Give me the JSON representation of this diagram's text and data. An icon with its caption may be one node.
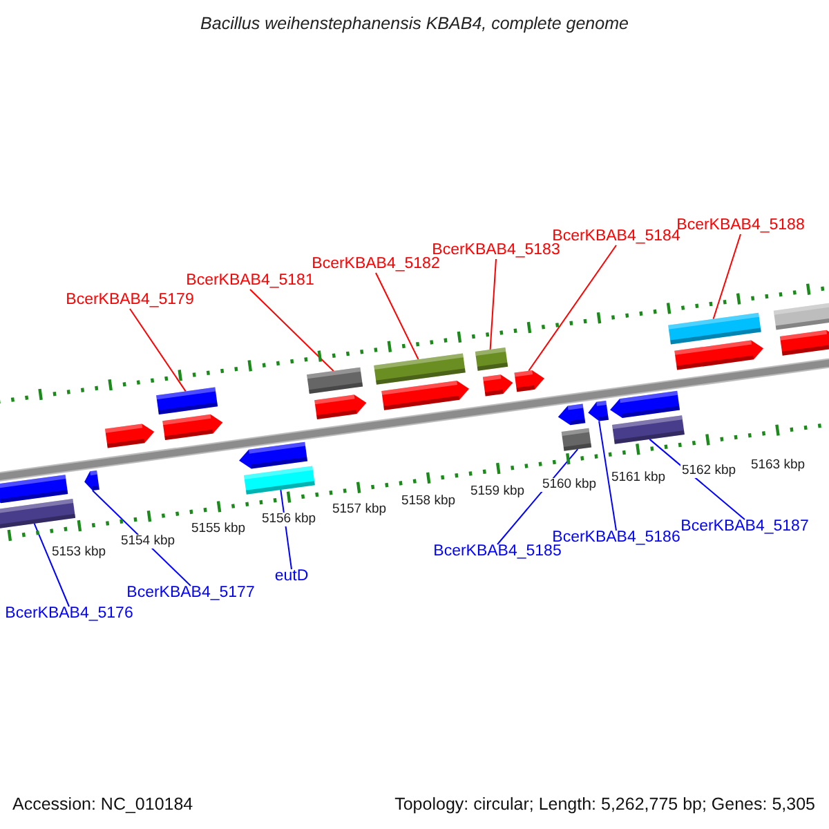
{
  "diagram": {
    "title": "Bacillus weihenstephanensis KBAB4, complete genome",
    "nodes": [
      {
        "text": [
          "BcerKBAB4_5179"
        ]
      },
      {
        "text": [
          "BcerKBAB4_5181"
        ]
      },
      {
        "text": [
          "BcerKBAB4_5182"
        ]
      },
      {
        "text": [
          "BcerKBAB4_5183"
        ]
      },
      {
        "text": [
          "BcerKBAB4_5184"
        ]
      },
      {
        "text": [
          "BcerKBAB4_5188"
        ]
      },
      {
        "text": [
          "BcerKBAB4_5176"
        ]
      },
      {
        "text": [
          "BcerKBAB4_5177"
        ]
      },
      {
        "text": [
          "eutD"
        ]
      },
      {
        "text": [
          "BcerKBAB4_5185"
        ]
      },
      {
        "text": [
          "BcerKBAB4_5186"
        ]
      },
      {
        "text": [
          "BcerKBAB4_5187"
        ]
      },
      {
        "text": [],
        "shape": "pentagon"
      },
      {
        "text": [],
        "shape": "bar"
      },
      {
        "text": [],
        "shape": "pentagon"
      },
      {
        "text": [],
        "shape": "pentagon"
      },
      {
        "text": [],
        "shape": "bar"
      },
      {
        "text": [],
        "shape": "pentagon"
      },
      {
        "text": [],
        "shape": "pentagon"
      },
      {
        "text": [],
        "shape": "bar"
      },
      {
        "text": [],
        "shape": "bar"
      },
      {
        "text": [],
        "shape": "pentagon"
      },
      {
        "text": [],
        "shape": "bar"
      },
      {
        "text": [],
        "shape": "pentagon"
      },
      {
        "text": [],
        "shape": "bar"
      },
      {
        "text": [],
        "shape": "pentagon"
      },
      {
        "text": [],
        "shape": "pentagon"
      },
      {
        "text": [],
        "shape": "pentagon"
      },
      {
        "text": [],
        "shape": "bar"
      },
      {
        "text": [],
        "shape": "pentagon"
      },
      {
        "text": [],
        "shape": "pentagon"
      },
      {
        "text": [],
        "shape": "bar"
      },
      {
        "text": [],
        "shape": "bar"
      },
      {
        "text": [],
        "shape": "pentagon"
      },
      {
        "text": [],
        "shape": "bar"
      },
      {
        "text": [],
        "shape": "pentagon"
      }
    ],
    "edges": [
      {
        "from": 0,
        "to": 16,
        "arrow": "none",
        "color": "#ff0000"
      },
      {
        "from": 1,
        "to": 20,
        "arrow": "none",
        "color": "#ff0000"
      },
      {
        "from": 2,
        "to": 22,
        "arrow": "none",
        "color": "#ff0000"
      },
      {
        "from": 3,
        "to": 24,
        "arrow": "none",
        "color": "#ff0000"
      },
      {
        "from": 4,
        "to": 26,
        "arrow": "none",
        "color": "#ff0000"
      },
      {
        "from": 5,
        "to": 32,
        "arrow": "none",
        "color": "#ff0000"
      },
      {
        "from": 6,
        "to": 13,
        "arrow": "none",
        "color": "#0000ff"
      },
      {
        "from": 7,
        "to": 14,
        "arrow": "none",
        "color": "#0000ff"
      },
      {
        "from": 8,
        "to": 19,
        "arrow": "none",
        "color": "#0000ff"
      },
      {
        "from": 9,
        "to": 28,
        "arrow": "none",
        "color": "#0000ff"
      },
      {
        "from": 10,
        "to": 29,
        "arrow": "none",
        "color": "#0000ff"
      },
      {
        "from": 11,
        "to": 31,
        "arrow": "none",
        "color": "#0000ff"
      }
    ],
    "labels": [
      "5153 kbp",
      "5154 kbp",
      "5155 kbp",
      "5156 kbp",
      "5157 kbp",
      "5158 kbp",
      "5159 kbp",
      "5160 kbp",
      "5161 kbp",
      "5162 kbp",
      "5163 kbp",
      "Accession: NC_010184",
      "Topology: circular; Length: 5,262,775 bp; Genes: 5,305"
    ]
  }
}
